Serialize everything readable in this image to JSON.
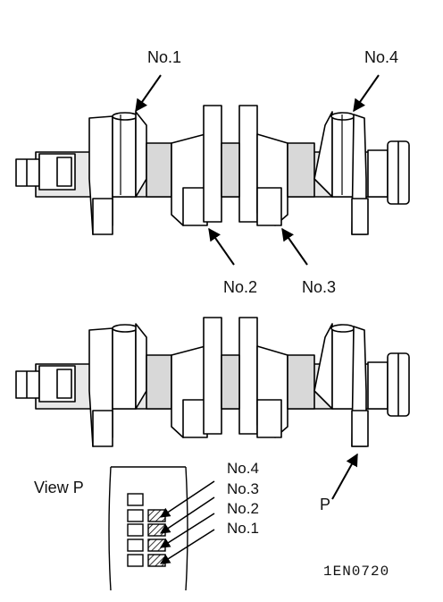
{
  "labels": {
    "top_no1": "No.1",
    "top_no4": "No.4",
    "top_no2": "No.2",
    "top_no3": "No.3",
    "view": "View P",
    "view_no4": "No.4",
    "view_no3": "No.3",
    "view_no2": "No.2",
    "view_no1": "No.1",
    "pointer_p": "P",
    "figure_code": "1EN0720"
  }
}
